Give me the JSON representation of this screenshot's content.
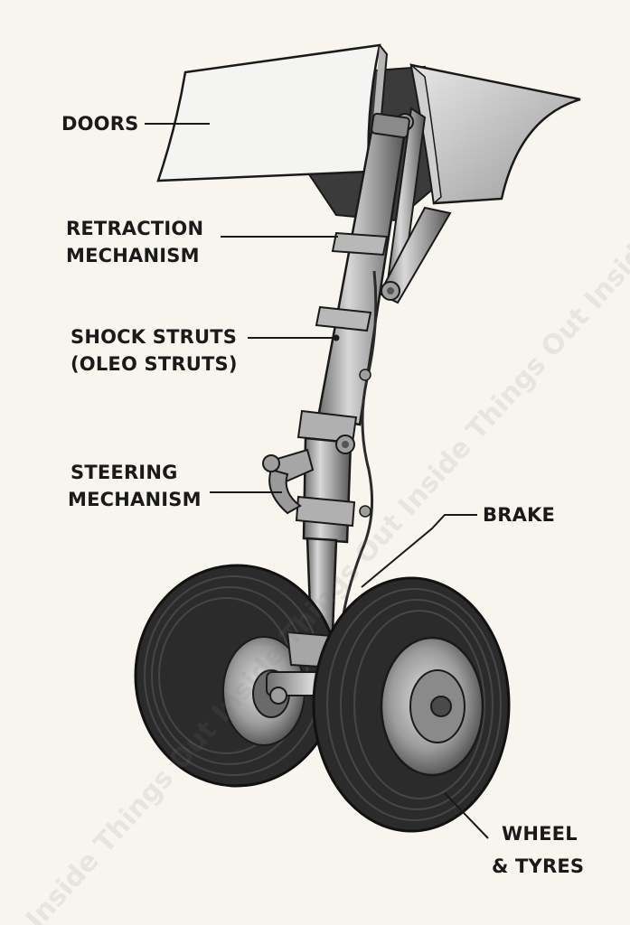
{
  "labels": {
    "doors": "DOORS",
    "retraction_1": "RETRACTION",
    "retraction_2": "MECHANISM",
    "shock_1": "SHOCK STRUTS",
    "shock_2": "(OLEO STRUTS)",
    "steering_1": "STEERING",
    "steering_2": "MECHANISM",
    "brake": "BRAKE",
    "wheel_1": "WHEEL",
    "wheel_2": "& TYRES"
  },
  "watermark": "Inside Things Out Inside Things Out Inside Things Out Inside Things Out"
}
